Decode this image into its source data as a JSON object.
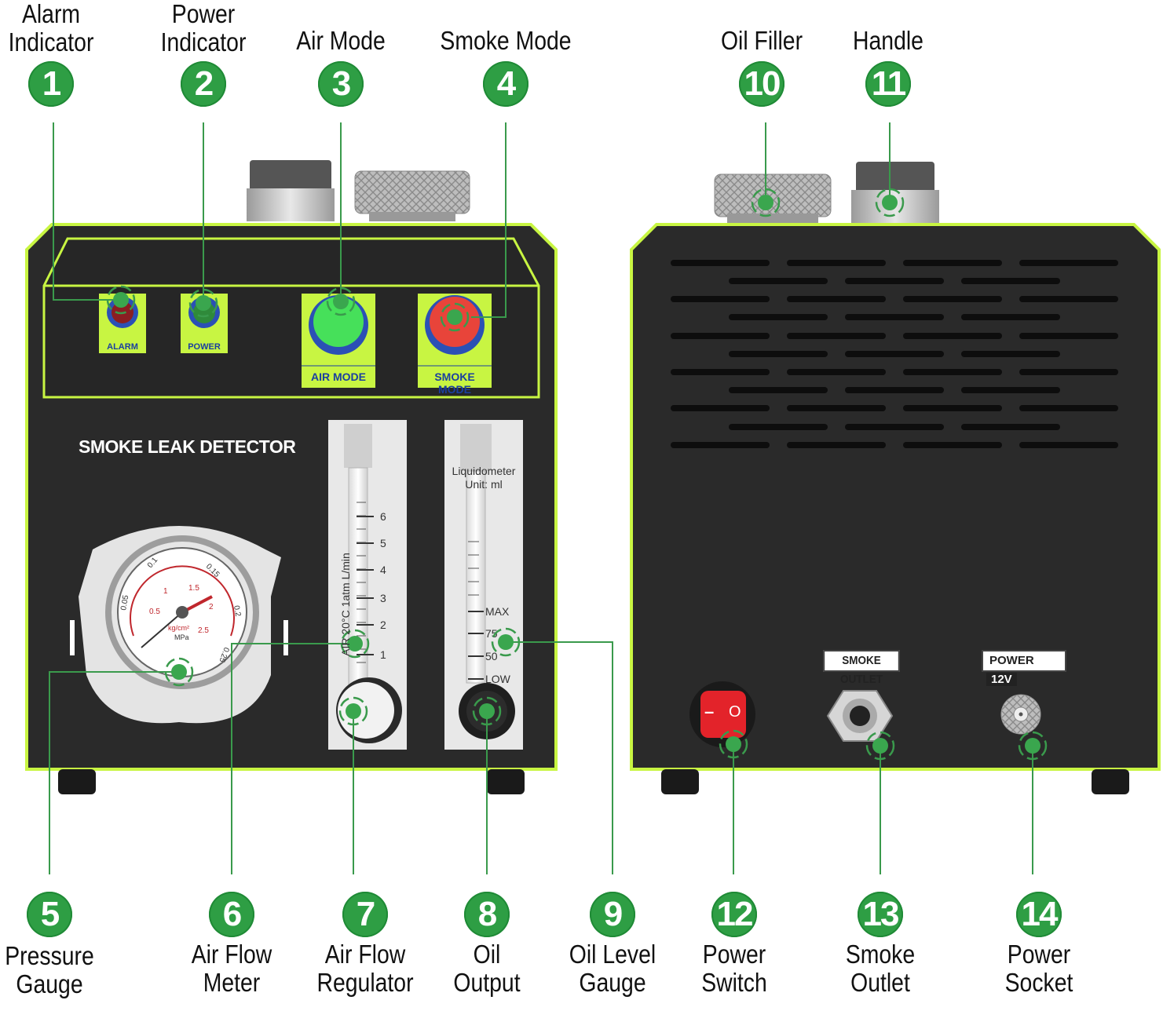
{
  "front": {
    "brand_label": "SMOKE LEAK DETECTOR",
    "buttons": {
      "alarm": "ALARM",
      "power": "POWER",
      "air_mode": "AIR MODE",
      "smoke_mode": "SMOKE MODE"
    },
    "flow_meter": {
      "side_label": "AIR 20°C  1atm  L/min",
      "ticks": [
        "6",
        "5",
        "4",
        "3",
        "2",
        "1"
      ]
    },
    "liquidometer": {
      "title": "Liquidometer",
      "unit": "Unit: ml",
      "ticks": [
        "MAX",
        "75",
        "50",
        "LOW"
      ]
    },
    "gauge": {
      "unit_kg": "kg/cm²",
      "unit_mpa": "MPa",
      "outer_ticks": [
        "0.05",
        "0.1",
        "0.15",
        "0.2",
        "0.25"
      ],
      "inner_ticks": [
        "0.5",
        "1",
        "1.5",
        "2",
        "2.5"
      ]
    }
  },
  "back": {
    "smoke_outlet_label": "SMOKE OUTLET",
    "power_label": "POWER",
    "power_voltage": "12V",
    "switch_symbols": [
      "–",
      "O"
    ]
  },
  "callouts": [
    {
      "number": "1",
      "label": "Alarm\nIndicator"
    },
    {
      "number": "2",
      "label": "Power\nIndicator"
    },
    {
      "number": "3",
      "label": "Air Mode"
    },
    {
      "number": "4",
      "label": "Smoke Mode"
    },
    {
      "number": "10",
      "label": "Oil Filler"
    },
    {
      "number": "11",
      "label": "Handle"
    },
    {
      "number": "5",
      "label": "Pressure\nGauge"
    },
    {
      "number": "6",
      "label": "Air Flow\nMeter"
    },
    {
      "number": "7",
      "label": "Air Flow\nRegulator"
    },
    {
      "number": "8",
      "label": "Oil\nOutput"
    },
    {
      "number": "9",
      "label": "Oil Level\nGauge"
    },
    {
      "number": "12",
      "label": "Power\nSwitch"
    },
    {
      "number": "13",
      "label": "Smoke\nOutlet"
    },
    {
      "number": "14",
      "label": "Power\nSocket"
    }
  ],
  "colors": {
    "accent_green": "#c8f542",
    "callout_green": "#2e9e44",
    "body_black": "#2a2a2a",
    "button_red": "#e8443a",
    "button_green": "#46e05a"
  }
}
